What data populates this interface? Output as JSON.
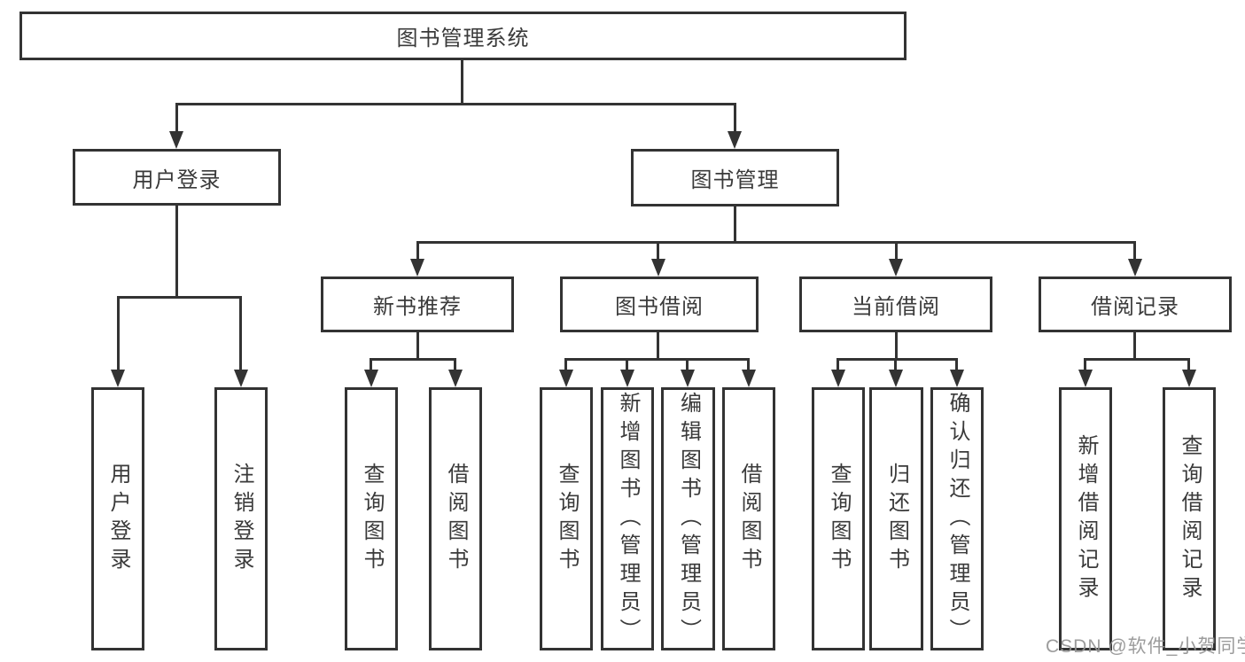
{
  "diagram": {
    "root": {
      "label": "图书管理系统"
    },
    "level2": {
      "user_login": {
        "label": "用户登录"
      },
      "book_management": {
        "label": "图书管理"
      }
    },
    "level3": {
      "new_book_recommend": {
        "label": "新书推荐"
      },
      "book_borrow": {
        "label": "图书借阅"
      },
      "current_borrow": {
        "label": "当前借阅"
      },
      "borrow_records": {
        "label": "借阅记录"
      }
    },
    "leaves": {
      "user_login": "用户登录",
      "logout": "注销登录",
      "recommend_query_books": "查询图书",
      "recommend_borrow_books": "借阅图书",
      "borrow_query_books": "查询图书",
      "borrow_add_books": "新增图书（管理员）",
      "borrow_edit_books": "编辑图书（管理员）",
      "borrow_borrow_books": "借阅图书",
      "current_query_books": "查询图书",
      "current_return_books": "归还图书",
      "current_confirm_return": "确认归还（管理员）",
      "records_add_record": "新增借阅记录",
      "records_query_record": "查询借阅记录"
    }
  },
  "watermark": {
    "text": "CSDN @软件_小贺同学"
  },
  "colors": {
    "line": "#333333",
    "text": "#3a3a3a",
    "watermark": "#949494",
    "background": "#ffffff"
  }
}
